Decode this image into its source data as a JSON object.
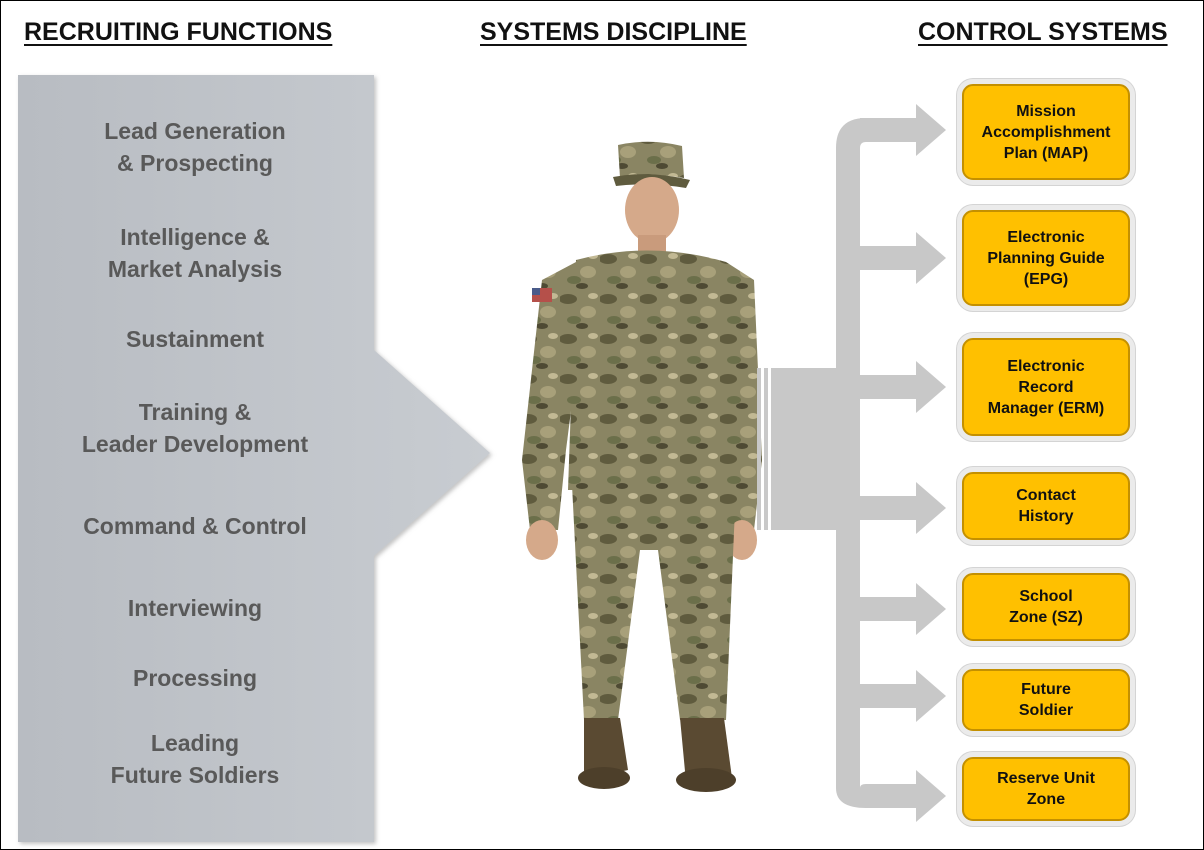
{
  "headings": {
    "left": "RECRUITING FUNCTIONS",
    "middle": "SYSTEMS DISCIPLINE",
    "right": "CONTROL SYSTEMS"
  },
  "recruiting_functions": [
    "Lead Generation\n& Prospecting",
    "Intelligence &\nMarket Analysis",
    "Sustainment",
    "Training &\nLeader Development",
    "Command & Control",
    "Interviewing",
    "Processing",
    "Leading\nFuture Soldiers"
  ],
  "control_systems": [
    "Mission\nAccomplishment\nPlan (MAP)",
    "Electronic\nPlanning Guide\n(EPG)",
    "Electronic\nRecord\nManager (ERM)",
    "Contact\nHistory",
    "School\nZone (SZ)",
    "Future\nSoldier",
    "Reserve Unit\nZone"
  ],
  "colors": {
    "panel_gray": "#bfc3c8",
    "box_fill": "#ffc000",
    "connector_gray": "#c8c8c8",
    "function_text": "#595959"
  },
  "center_image": "soldier-in-camouflage-uniform"
}
